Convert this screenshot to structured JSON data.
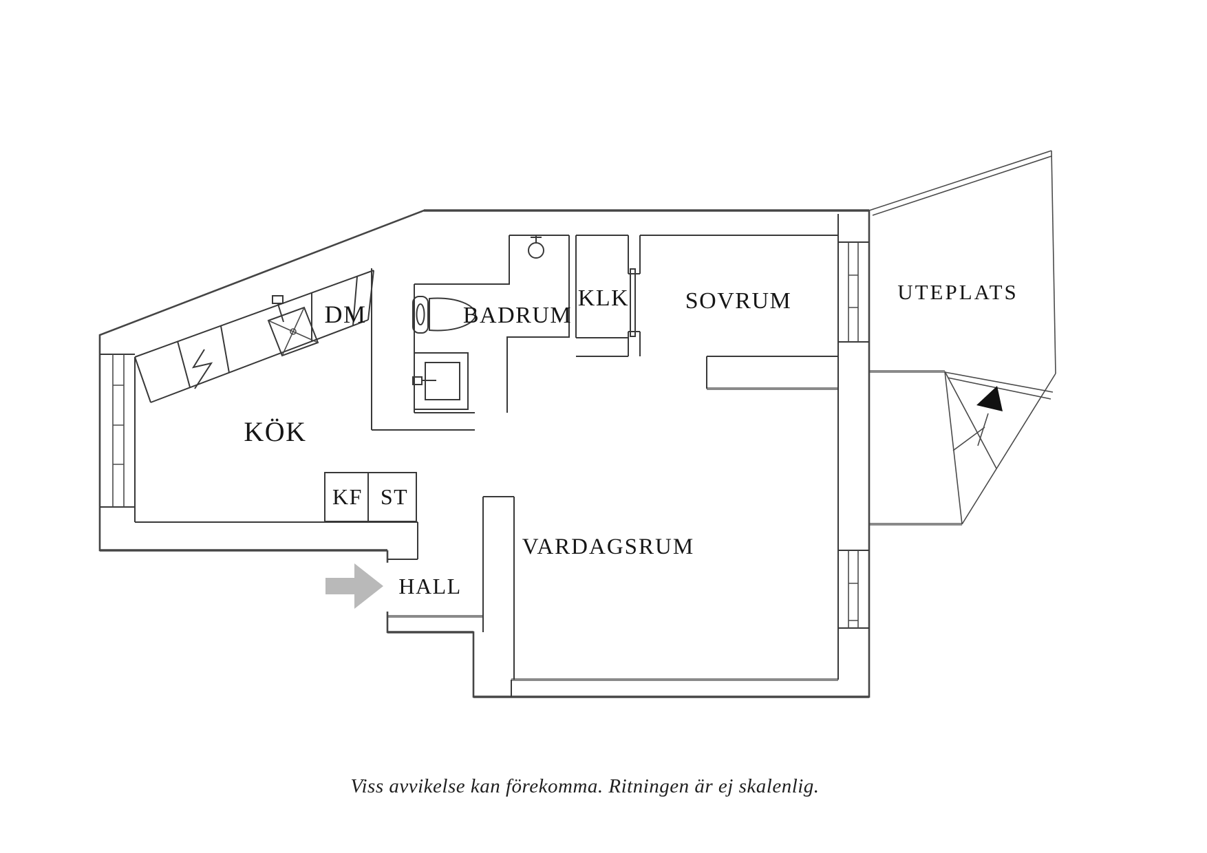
{
  "labels": {
    "kok": "KÖK",
    "dm": "DM",
    "badrum": "BADRUM",
    "klk": "KLK",
    "sovrum": "SOVRUM",
    "uteplats": "UTEPLATS",
    "kf": "KF",
    "st": "ST",
    "hall": "HALL",
    "vardagsrum": "VARDAGSRUM"
  },
  "footer": {
    "note": "Viss avvikelse kan förekomma. Ritningen är ej skalenlig."
  },
  "colors": {
    "wall": "#383838",
    "heavy_wall": "#8a8a8a",
    "entry_arrow": "#b9b9b9",
    "stair_arrow": "#111111",
    "background": "#ffffff",
    "text": "#161616"
  }
}
